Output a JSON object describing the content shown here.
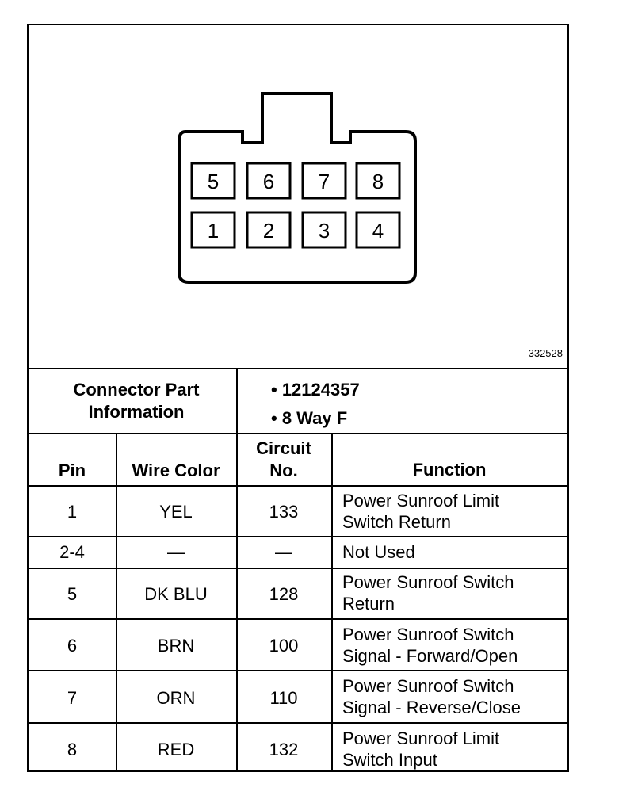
{
  "figure_id": "332528",
  "connector": {
    "pins_top": [
      "5",
      "6",
      "7",
      "8"
    ],
    "pins_bottom": [
      "1",
      "2",
      "3",
      "4"
    ]
  },
  "part_info": {
    "label_line1": "Connector Part",
    "label_line2": "Information",
    "items": [
      "• 12124357",
      "• 8 Way F"
    ]
  },
  "headers": {
    "pin": "Pin",
    "wire_color": "Wire Color",
    "circuit_line1": "Circuit",
    "circuit_line2": "No.",
    "function": "Function"
  },
  "rows": [
    {
      "pin": "1",
      "wire": "YEL",
      "circuit": "133",
      "function": [
        "Power Sunroof Limit",
        "Switch Return"
      ]
    },
    {
      "pin": "2-4",
      "wire": "—",
      "circuit": "—",
      "function": [
        "Not Used"
      ]
    },
    {
      "pin": "5",
      "wire": "DK BLU",
      "circuit": "128",
      "function": [
        "Power Sunroof Switch",
        "Return"
      ]
    },
    {
      "pin": "6",
      "wire": "BRN",
      "circuit": "100",
      "function": [
        "Power Sunroof Switch",
        "Signal - Forward/Open"
      ]
    },
    {
      "pin": "7",
      "wire": "ORN",
      "circuit": "110",
      "function": [
        "Power Sunroof Switch",
        "Signal - Reverse/Close"
      ]
    },
    {
      "pin": "8",
      "wire": "RED",
      "circuit": "132",
      "function": [
        "Power Sunroof Limit",
        "Switch Input"
      ]
    }
  ]
}
